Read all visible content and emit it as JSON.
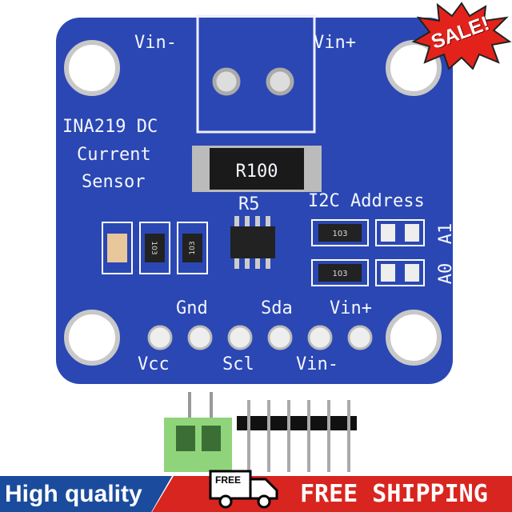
{
  "board": {
    "color": "#2a47b3",
    "labels": {
      "vin_minus_top": "Vin-",
      "vin_plus_top": "Vin+",
      "title_1": "INA219 DC",
      "title_2": "Current",
      "title_3": "Sensor",
      "shunt": "R100",
      "r5": "R5",
      "i2c": "I2C Address",
      "res1": "103",
      "res2": "103",
      "res3": "103",
      "res4": "103",
      "a1": "A1",
      "a0": "A0",
      "gnd": "Gnd",
      "sda": "Sda",
      "vin_plus_bottom": "Vin+",
      "vcc": "Vcc",
      "scl": "Scl",
      "vin_minus_bottom": "Vin-"
    }
  },
  "badge": {
    "text": "SALE!",
    "color": "#e3231b"
  },
  "banner": {
    "high_quality": "High quality",
    "truck_tag": "FREE",
    "free_shipping": "FREE SHIPPING",
    "blue": "#1b4b9c",
    "red": "#d8251f"
  }
}
